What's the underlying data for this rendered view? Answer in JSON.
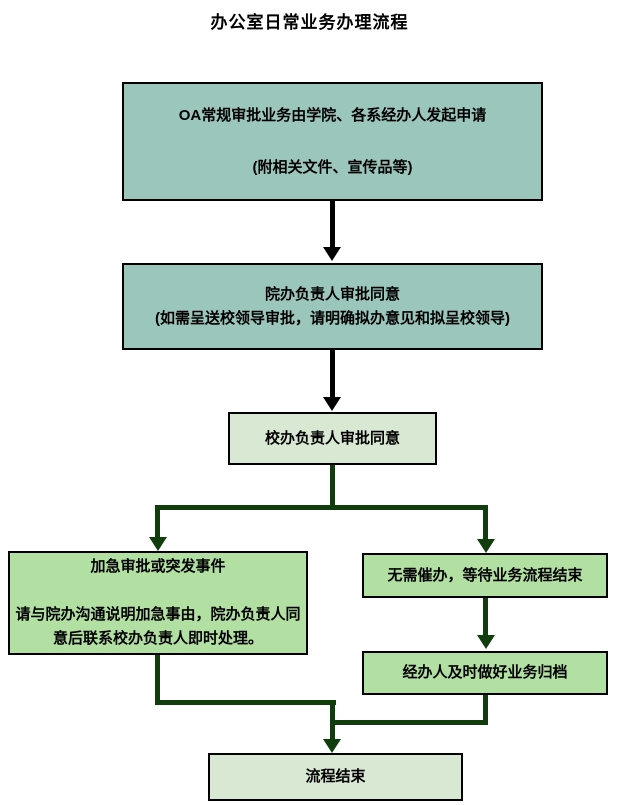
{
  "title": "办公室日常业务办理流程",
  "colors": {
    "teal": "#9ac6bc",
    "light_green": "#b2dfa2",
    "pale_green": "#d9e8d3",
    "dark_green": "#113d0c",
    "arrow_black": "#000000"
  },
  "nodes": {
    "start": {
      "text": "OA常规审批业务由学院、各系经办人发起申请\n\n(附相关文件、宣传品等)",
      "fill": "teal"
    },
    "dept": {
      "text": "院办负责人审批同意\n(如需呈送校领导审批，请明确拟办意见和拟呈校领导)",
      "fill": "teal"
    },
    "school": {
      "text": "校办负责人审批同意",
      "fill": "pale_green"
    },
    "urgent": {
      "text": "加急审批或突发事件\n\n请与院办沟通说明加急事由，院办负责人同意后联系校办负责人即时处理。",
      "fill": "light_green"
    },
    "wait": {
      "text": "无需催办，等待业务流程结束",
      "fill": "light_green"
    },
    "archive": {
      "text": "经办人及时做好业务归档",
      "fill": "light_green"
    },
    "end": {
      "text": "流程结束",
      "fill": "pale_green"
    }
  },
  "edges": [
    {
      "from": "start",
      "to": "dept",
      "color": "arrow_black"
    },
    {
      "from": "dept",
      "to": "school",
      "color": "arrow_black"
    },
    {
      "from": "school",
      "to": "urgent",
      "color": "dark_green"
    },
    {
      "from": "school",
      "to": "wait",
      "color": "dark_green"
    },
    {
      "from": "wait",
      "to": "archive",
      "color": "dark_green"
    },
    {
      "from": "urgent",
      "to": "end",
      "color": "dark_green"
    },
    {
      "from": "archive",
      "to": "end",
      "color": "dark_green"
    }
  ]
}
